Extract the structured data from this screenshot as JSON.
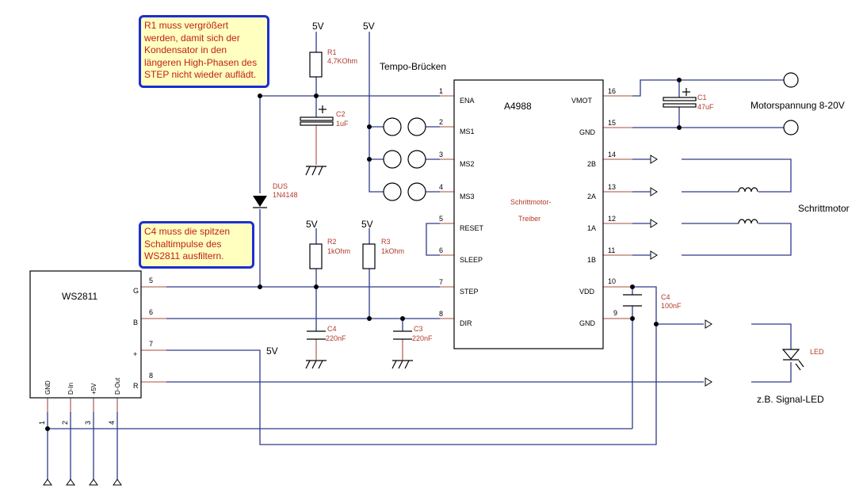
{
  "notes": {
    "r1": [
      "R1 muss vergrößert",
      "werden, damit sich der",
      "Kondensator in den",
      "längeren High-Phasen des",
      "STEP nicht wieder auflädt."
    ],
    "c4": [
      "C4 muss die spitzen",
      "Schaltimpulse des",
      "WS2811 ausfiltern."
    ]
  },
  "labels": {
    "tempo": "Tempo-Brücken",
    "motor_voltage": "Motorspannung 8-20V",
    "stepper": "Schrittmotor",
    "signal_led": "z.B. Signal-LED",
    "five_v": "5V"
  },
  "a4988": {
    "name": "A4988",
    "sub1": "Schrittmotor-",
    "sub2": "Treiber",
    "left_pins": [
      {
        "num": "1",
        "name": "ENA"
      },
      {
        "num": "2",
        "name": "MS1"
      },
      {
        "num": "3",
        "name": "MS2"
      },
      {
        "num": "4",
        "name": "MS3"
      },
      {
        "num": "5",
        "name": "RESET"
      },
      {
        "num": "6",
        "name": "SLEEP"
      },
      {
        "num": "7",
        "name": "STEP"
      },
      {
        "num": "8",
        "name": "DIR"
      }
    ],
    "right_pins": [
      {
        "num": "16",
        "name": "VMOT"
      },
      {
        "num": "15",
        "name": "GND"
      },
      {
        "num": "14",
        "name": "2B"
      },
      {
        "num": "13",
        "name": "2A"
      },
      {
        "num": "12",
        "name": "1A"
      },
      {
        "num": "11",
        "name": "1B"
      },
      {
        "num": "10",
        "name": "VDD"
      },
      {
        "num": "9",
        "name": "GND"
      }
    ]
  },
  "ws2811": {
    "name": "WS2811",
    "right_pins": [
      {
        "num": "5",
        "name": "G"
      },
      {
        "num": "6",
        "name": "B"
      },
      {
        "num": "7",
        "name": "+"
      },
      {
        "num": "8",
        "name": "R"
      }
    ],
    "bottom_pins": [
      {
        "num": "1",
        "name": "GND"
      },
      {
        "num": "2",
        "name": "D-In"
      },
      {
        "num": "3",
        "name": "+5V"
      },
      {
        "num": "4",
        "name": "D-Out"
      }
    ]
  },
  "parts": {
    "r1": {
      "ref": "R1",
      "value": "4,7KOhm"
    },
    "r2": {
      "ref": "R2",
      "value": "1kOhm"
    },
    "r3": {
      "ref": "R3",
      "value": "1kOhm"
    },
    "c1": {
      "ref": "C1",
      "value": "47uF"
    },
    "c2": {
      "ref": "C2",
      "value": "1uF"
    },
    "c3": {
      "ref": "C3",
      "value": "220nF"
    },
    "c4a": {
      "ref": "C4",
      "value": "220nF"
    },
    "c4b": {
      "ref": "C4",
      "value": "100nF"
    },
    "dus": {
      "ref": "DUS",
      "value": "1N4148"
    },
    "led": {
      "ref": "LED"
    }
  }
}
